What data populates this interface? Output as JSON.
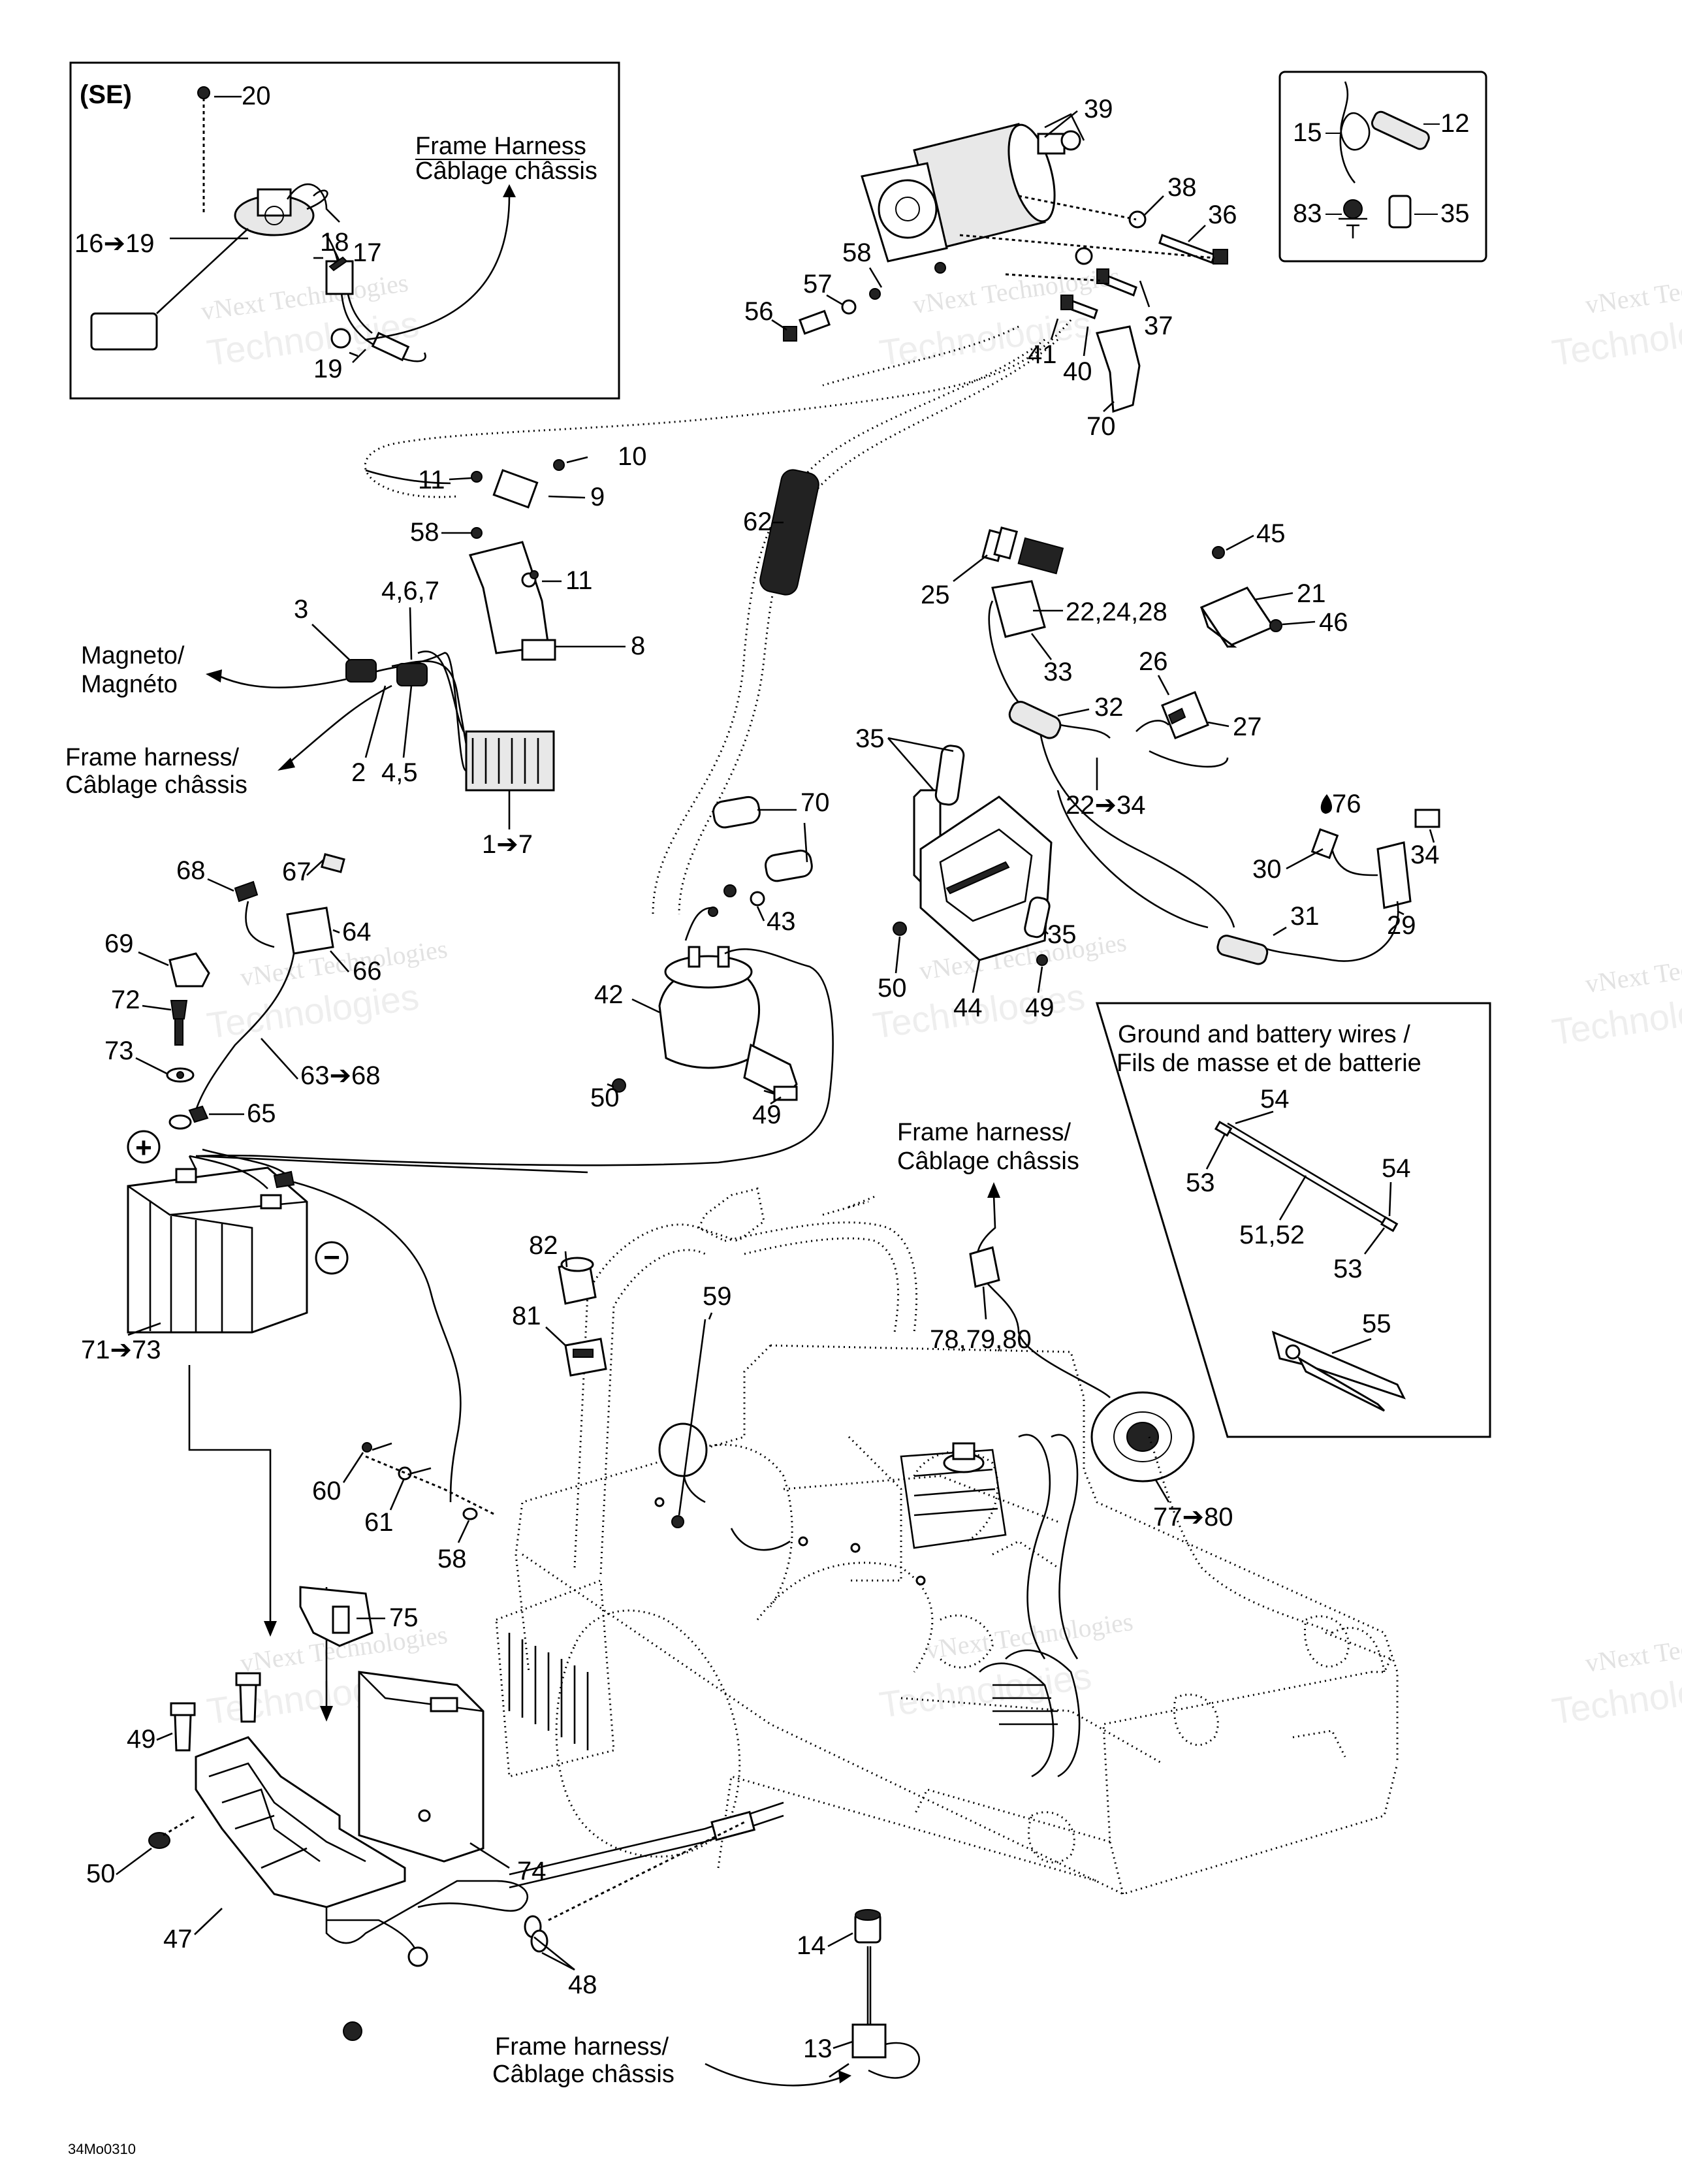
{
  "figure_code": "34Mo0310",
  "watermark": {
    "line1": "vNext Technologies",
    "line2": "Technologies",
    "line3": "vNext"
  },
  "inset_se": {
    "title": "(SE)",
    "caption_line1": "Frame Harness",
    "caption_line2": "Câblage châssis"
  },
  "kit_box": {
    "labels": [
      "15",
      "12",
      "83",
      "35"
    ]
  },
  "ground_box": {
    "title_line1": "Ground and battery wires /",
    "title_line2": "Fils de masse et de batterie",
    "labels": [
      "54",
      "53",
      "54",
      "51,52",
      "53",
      "55"
    ]
  },
  "captions": {
    "magneto_1": "Magneto/",
    "magneto_2": "Magnéto",
    "frame_left_1": "Frame harness/",
    "frame_left_2": "Câblage châssis",
    "frame_mid_1": "Frame harness/",
    "frame_mid_2": "Câblage châssis",
    "frame_bottom_1": "Frame harness/",
    "frame_bottom_2": "Câblage châssis"
  },
  "symbols": {
    "plus": "+",
    "minus": "−"
  },
  "callouts": {
    "c20": "20",
    "c16_19": "16➔19",
    "c18": "18",
    "c17": "17",
    "c19": "19",
    "c39": "39",
    "c38": "38",
    "c36": "36",
    "c58a": "58",
    "c57": "57",
    "c56": "56",
    "c37": "37",
    "c41": "41",
    "c40": "40",
    "c70a": "70",
    "c11a": "11",
    "c10": "10",
    "c9": "9",
    "c58b": "58",
    "c11b": "11",
    "c4_6_7": "4,6,7",
    "c3": "3",
    "c8": "8",
    "c2": "2",
    "c4_5": "4,5",
    "c1_7": "1➔7",
    "c62": "62",
    "c45": "45",
    "c25": "25",
    "c22_24_28": "22,24,28",
    "c21": "21",
    "c46": "46",
    "c33": "33",
    "c26": "26",
    "c32": "32",
    "c27": "27",
    "c22_34": "22➔34",
    "c35a": "35",
    "c70b": "70",
    "c76": "76",
    "c34": "34",
    "c30": "30",
    "c43": "43",
    "c29": "29",
    "c31": "31",
    "c35b": "35",
    "c50a": "50",
    "c44": "44",
    "c49a": "49",
    "c67": "67",
    "c68": "68",
    "c64": "64",
    "c69": "69",
    "c66": "66",
    "c72": "72",
    "c73": "73",
    "c63_68": "63➔68",
    "c65": "65",
    "c42": "42",
    "c50b": "50",
    "c49b": "49",
    "c82": "82",
    "c59": "59",
    "c81": "81",
    "c78_80": "78,79,80",
    "c71_73": "71➔73",
    "c60": "60",
    "c61": "61",
    "c58c": "58",
    "c77_80": "77➔80",
    "c75": "75",
    "c49c": "49",
    "c74": "74",
    "c50c": "50",
    "c47": "47",
    "c48": "48",
    "c14": "14",
    "c13": "13"
  },
  "colors": {
    "ink": "#000000",
    "paper": "#ffffff",
    "watermark": "#e2e2e2"
  }
}
